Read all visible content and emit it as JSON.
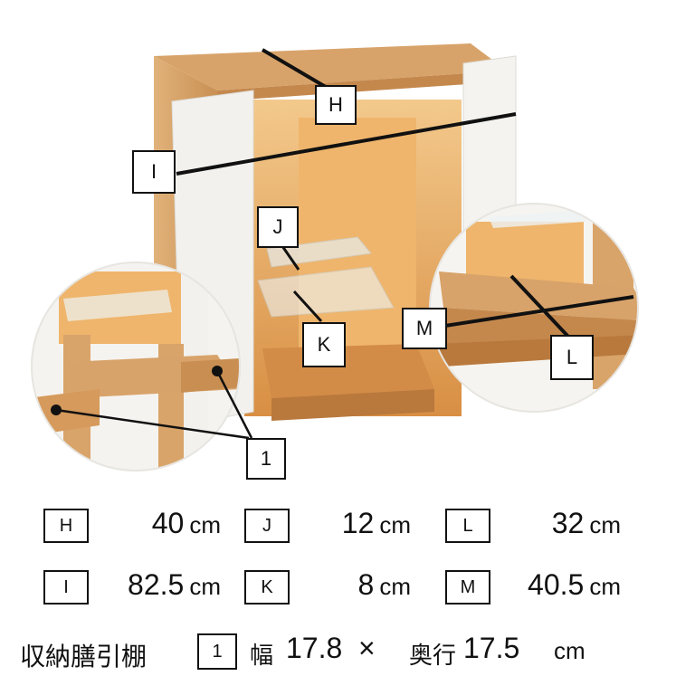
{
  "callouts": {
    "H": "H",
    "I": "I",
    "J": "J",
    "K": "K",
    "M": "M",
    "L": "L",
    "one": "1"
  },
  "specs": [
    {
      "key": "H",
      "value": "40",
      "unit": "cm"
    },
    {
      "key": "J",
      "value": "12",
      "unit": "cm"
    },
    {
      "key": "L",
      "value": "32",
      "unit": "cm"
    },
    {
      "key": "I",
      "value": "82.5",
      "unit": "cm"
    },
    {
      "key": "K",
      "value": "8",
      "unit": "cm"
    },
    {
      "key": "M",
      "value": "40.5",
      "unit": "cm"
    }
  ],
  "drawer_note": {
    "label": "収納膳引棚",
    "key": "1",
    "width_label": "幅",
    "width_value": "17.8",
    "times": "×",
    "depth_label": "奥行",
    "depth_value": "17.5",
    "unit": "cm"
  },
  "colors": {
    "wood": "#d9a46a",
    "wood_dark": "#b98148",
    "interior": "#e6a55a",
    "door": "#f2f1ee",
    "line": "#111111"
  }
}
